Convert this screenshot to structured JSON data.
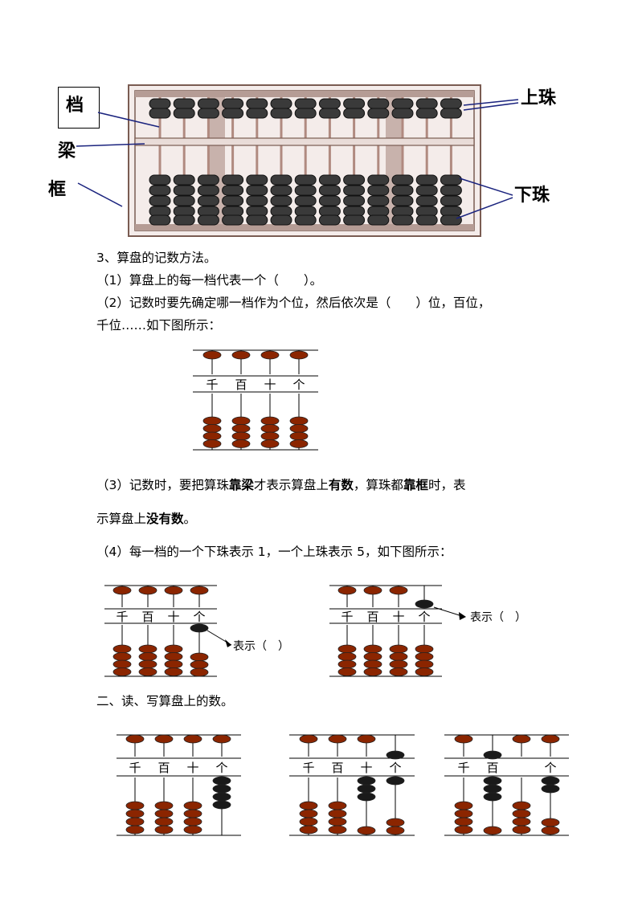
{
  "diagram_labels": {
    "dang": "档",
    "liang": "梁",
    "kuang": "框",
    "shangzhu": "上珠",
    "xiazhu": "下珠"
  },
  "section3": {
    "title": "3、算盘的记数方法。",
    "p1": "（1）算盘上的每一档代表一个（　　）。",
    "p2a": "（2）记数时要先确定哪一档作为个位，然后依次是（　　）位，百位，",
    "p2b": "千位……如下图所示：",
    "p3a_1": "（3）记数时，要把算珠",
    "p3a_b1": "靠梁",
    "p3a_2": "才表示算盘上",
    "p3a_b2": "有数",
    "p3a_3": "，算珠都",
    "p3a_b3": "靠框",
    "p3a_4": "时，表",
    "p3b_1": "示算盘上",
    "p3b_b1": "没有数",
    "p3b_2": "。",
    "p4": "（4）每一档的一个下珠表示 1，一个上珠表示 5，如下图所示："
  },
  "place_labels": {
    "qian": "千",
    "bai": "百",
    "shi": "十",
    "ge": "个"
  },
  "pointer_text": {
    "left": "表示（　）",
    "right": "表示（　）"
  },
  "section2": {
    "title": "二、读、写算盘上的数。"
  },
  "colors": {
    "bead": "#8b2500",
    "active_bead": "#1a1a1a",
    "frame": "#7a5c52",
    "rod": "#b08a80"
  }
}
